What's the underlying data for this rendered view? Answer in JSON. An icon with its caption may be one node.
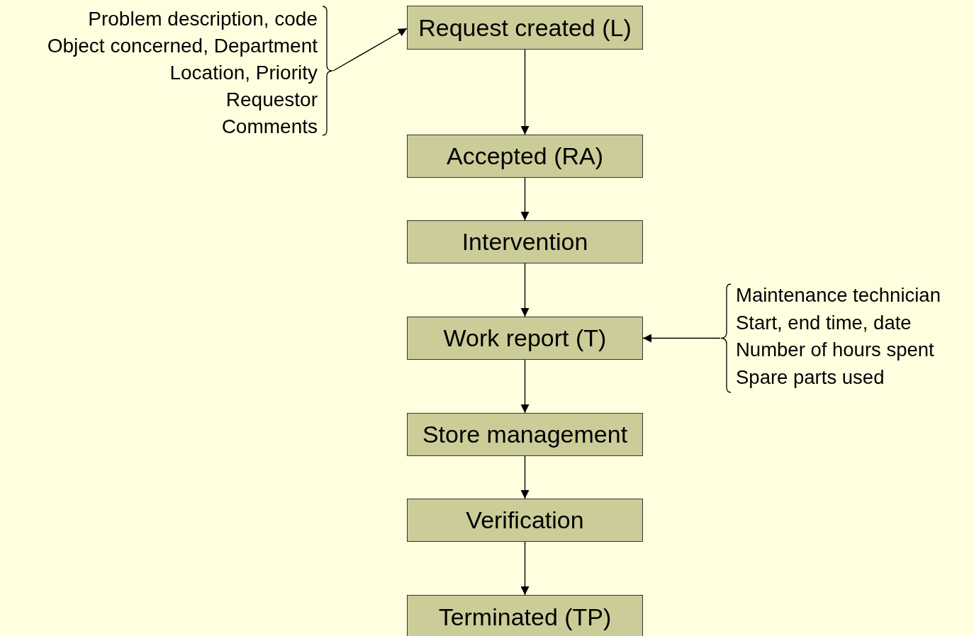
{
  "diagram": {
    "nodes": [
      {
        "text": [
          "Request created (L)"
        ]
      },
      {
        "text": [
          "Accepted (RA)"
        ]
      },
      {
        "text": [
          "Intervention"
        ]
      },
      {
        "text": [
          "Work report (T)"
        ]
      },
      {
        "text": [
          "Store management"
        ]
      },
      {
        "text": [
          "Verification"
        ]
      },
      {
        "text": [
          "Terminated (TP)"
        ]
      },
      {
        "text": [
          "Problem description, code",
          "Object concerned, Department",
          "Location, Priority",
          "Requestor",
          "Comments"
        ]
      },
      {
        "text": [
          "Maintenance technician",
          "Start, end time, date",
          "Number of hours spent",
          "Spare parts used"
        ]
      }
    ],
    "edges": [
      {
        "from": 7,
        "to": 0,
        "arrow": "to"
      },
      {
        "from": 0,
        "to": 1,
        "arrow": "to"
      },
      {
        "from": 1,
        "to": 2,
        "arrow": "to"
      },
      {
        "from": 2,
        "to": 3,
        "arrow": "to"
      },
      {
        "from": 3,
        "to": 4,
        "arrow": "to"
      },
      {
        "from": 4,
        "to": 5,
        "arrow": "to"
      },
      {
        "from": 5,
        "to": 6,
        "arrow": "to"
      },
      {
        "from": 8,
        "to": 3,
        "arrow": "to"
      }
    ]
  }
}
